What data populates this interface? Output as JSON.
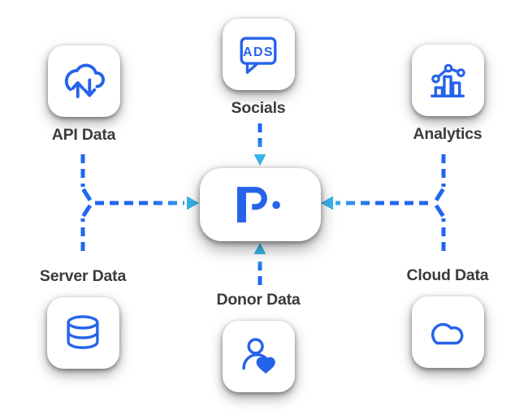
{
  "diagram": {
    "hub": {
      "logo": "donorbox-d-logomark",
      "logo_color": "#2563e9"
    },
    "nodes": [
      {
        "id": "api-data",
        "label": "API Data",
        "icon": "cloud-transfer-icon",
        "position": "top-left"
      },
      {
        "id": "socials",
        "label": "Socials",
        "icon": "ads-speech-bubble-icon",
        "icon_text": "ADS",
        "position": "top-center"
      },
      {
        "id": "analytics",
        "label": "Analytics",
        "icon": "bar-line-chart-icon",
        "position": "top-right"
      },
      {
        "id": "server-data",
        "label": "Server Data",
        "icon": "database-icon",
        "position": "bottom-left"
      },
      {
        "id": "donor-data",
        "label": "Donor Data",
        "icon": "donor-heart-icon",
        "position": "bottom-center"
      },
      {
        "id": "cloud-data",
        "label": "Cloud Data",
        "icon": "cloud-icon",
        "position": "bottom-right"
      }
    ],
    "connections": [
      {
        "from": [
          "API Data",
          "Server Data"
        ],
        "to": "hub",
        "side": "left",
        "style": "dashed-arrow"
      },
      {
        "from": [
          "Socials"
        ],
        "to": "hub",
        "side": "top",
        "style": "dashed-arrow"
      },
      {
        "from": [
          "Analytics",
          "Cloud Data"
        ],
        "to": "hub",
        "side": "right",
        "style": "dashed-arrow"
      },
      {
        "from": [
          "Donor Data"
        ],
        "to": "hub",
        "side": "bottom",
        "style": "dashed-arrow"
      }
    ],
    "colors": {
      "icon_blue": "#2563ea",
      "dash_blue": "#2066f0",
      "arrow_cyan": "#3ab3e8",
      "label_gray": "#3b3b3d",
      "card_background": "#ffffff",
      "page_background": "#ffffff"
    }
  }
}
